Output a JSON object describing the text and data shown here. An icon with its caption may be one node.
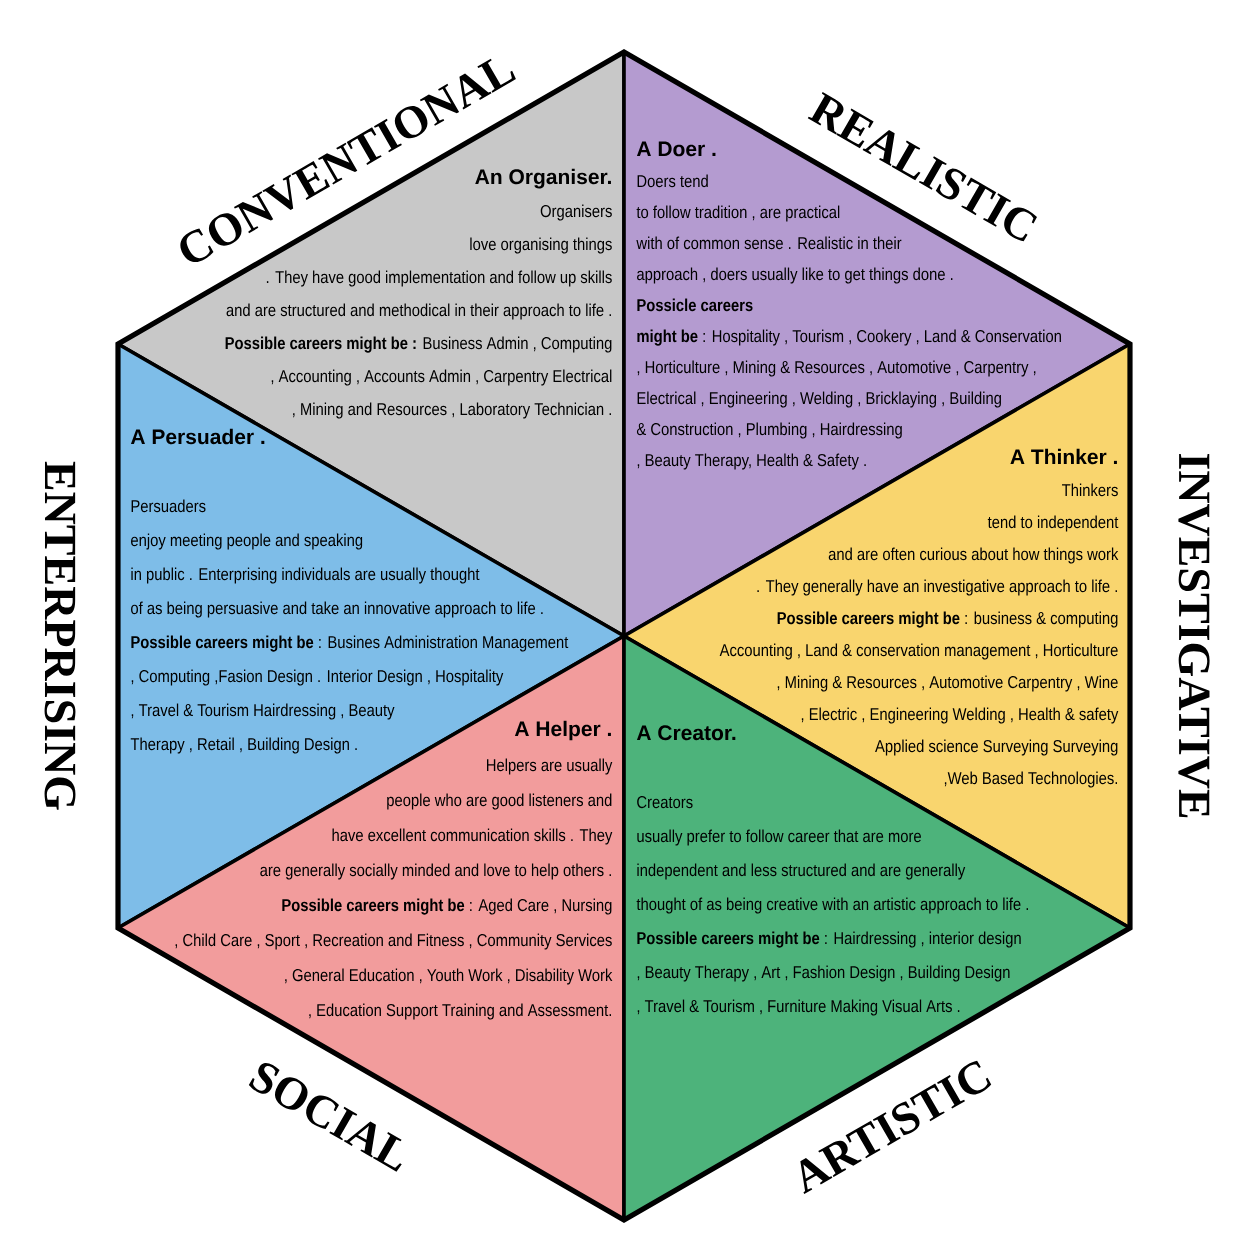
{
  "diagram": {
    "nodes": [
      {
        "text": [
          "An Organiser.",
          "Organisers love organising things . They have good implementation and follow up skills and are structured and methodical in their approach to life .",
          "**Possible careers might be :** Business Admin , Computing , Accounting , Accounts Admin , Carpentry Electrical , Mining and Resources , Laboratory Technician ."
        ],
        "beside": [
          "CONVENTIONAL"
        ]
      },
      {
        "text": [
          "A Doer .",
          "Doers tend to follow tradition , are practical with of common sense . Realistic in their approach , doers usually like to get things done .",
          "**Possicle careers might be** : Hospitality , Tourism , Cookery , Land & Conservation , Horticulture , Mining & Resources , Automotive , Carpentry , Electrical , Engineering , Welding , Bricklaying , Building & Construction , Plumbing , Hairdressing , Beauty Therapy, Health & Safety ."
        ],
        "beside": [
          "REALISTIC"
        ]
      },
      {
        "text": [
          "A Persuader .",
          "Persuaders enjoy meeting people and speaking in public . Enterprising individuals are usually thought of as being persuasive and take an innovative approach to life .",
          "**Possible careers might be** : Busines Administration Management , Computing ,Fasion Design . Interior Design , Hospitality , Travel & Tourism Hairdressing , Beauty Therapy , Retail , Building Design ."
        ],
        "beside": [
          "ENTERPRISING"
        ]
      },
      {
        "text": [
          "A Thinker .",
          "Thinkers tend to independent and are often curious about how things work . They generally have an investigative approach to life .",
          "**Possible careers might be** : business & computing Accounting , Land & conservation management , Horticulture , Mining & Resources , Automotive Carpentry , Wine , Electric , Engineering Welding , Health & safety Applied science Surveying Surveying ,Web Based Technologies."
        ],
        "beside": [
          "INVESTIGATIVE"
        ]
      },
      {
        "text": [
          "A Helper .",
          "Helpers are usually people who are good listeners and have excellent communication skills . They are generally socially minded and love to help others .",
          "**Possible careers might be** : Aged Care , Nursing , Child Care , Sport , Recreation and Fitness , Community Services , General Education , Youth Work , Disability Work , Education Support Training and Assessment."
        ],
        "beside": [
          "SOCIAL"
        ]
      },
      {
        "text": [
          "A Creator.",
          "Creators usually prefer to follow career that are more independent and less structured and are generally thought of as being creative with an artistic approach to life .",
          "**Possible careers might be** : Hairdressing , interior design , Beauty Therapy , Art , Fashion Design , Building Design , Travel & Tourism , Furniture Making Visual Arts ."
        ],
        "beside": [
          "ARTISTIC"
        ]
      }
    ]
  }
}
